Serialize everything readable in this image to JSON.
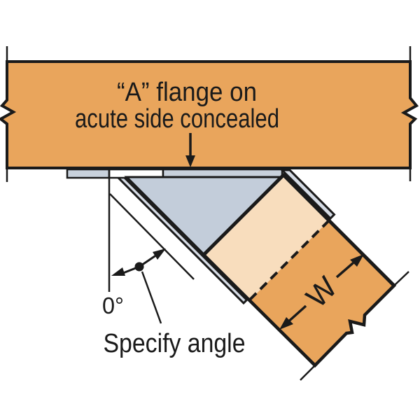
{
  "figure": {
    "annotations": {
      "flange_note_line1": "“A” flange on",
      "flange_note_line2": "acute side concealed",
      "angle_zero_label": "0°",
      "angle_instruction": "Specify angle",
      "width_label": "W"
    },
    "colors": {
      "wood": "#E9A55C",
      "wood_concealed": "#F8DDBD",
      "steel": "#C3CDDA",
      "steel_light": "#D5DBE4",
      "steel_strip": "#C8D1DC",
      "outline": "#1A1A1A",
      "background": "#FFFFFF"
    }
  }
}
